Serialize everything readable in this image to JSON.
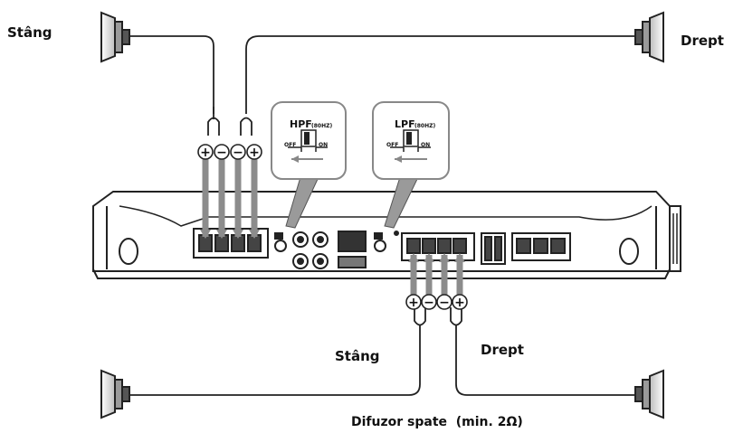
{
  "labels": {
    "front_left": "Stâng",
    "front_right": "Drept",
    "rear_left": "Stâng",
    "rear_right": "Drept",
    "rear_caption": "Difuzor spate  (min. 2Ω)"
  },
  "callouts": {
    "hpf": {
      "title": "HPF",
      "sub": "(80HZ)",
      "off": "OFF",
      "on": "ON"
    },
    "lpf": {
      "title": "LPF",
      "sub": "(80HZ)",
      "off": "OFF",
      "on": "ON"
    }
  },
  "polarity": {
    "front": [
      "+",
      "−",
      "−",
      "+"
    ],
    "rear": [
      "+",
      "−",
      "−",
      "+"
    ]
  },
  "colors": {
    "line": "#222222",
    "wire_grey": "#8c8c8c",
    "amp_body": "#ffffff",
    "callout_border": "#888888"
  }
}
